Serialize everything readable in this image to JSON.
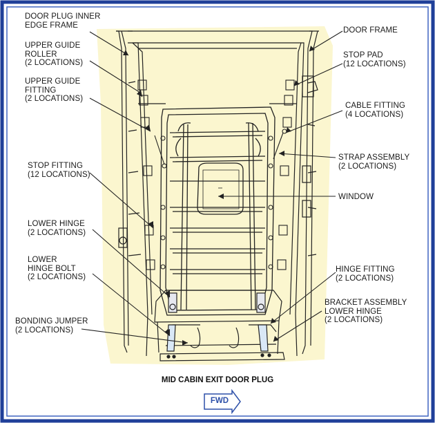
{
  "colors": {
    "border_outer": "#1f3f99",
    "border_inner": "#3f64c0",
    "illustration_fill": "#fbf6cf",
    "line": "#222222",
    "fwd_arrow": "#2c4fa8"
  },
  "labels": {
    "door_plug_inner_edge_frame": [
      "DOOR PLUG INNER",
      "EDGE FRAME"
    ],
    "upper_guide_roller": [
      "UPPER GUIDE",
      "ROLLER",
      "(2 LOCATIONS)"
    ],
    "upper_guide_fitting": [
      "UPPER GUIDE",
      "FITTING",
      "(2 LOCATIONS)"
    ],
    "stop_fitting": [
      "STOP FITTING",
      "(12 LOCATIONS)"
    ],
    "lower_hinge": [
      "LOWER HINGE",
      "(2 LOCATIONS)"
    ],
    "lower_hinge_bolt": [
      "LOWER",
      "HINGE BOLT",
      "(2 LOCATIONS)"
    ],
    "bonding_jumper": [
      "BONDING JUMPER",
      "(2 LOCATIONS)"
    ],
    "door_frame": [
      "DOOR FRAME"
    ],
    "stop_pad": [
      "STOP PAD",
      "(12 LOCATIONS)"
    ],
    "cable_fitting": [
      "CABLE FITTING",
      "(4 LOCATIONS)"
    ],
    "strap_assembly": [
      "STRAP ASSEMBLY",
      "(2 LOCATIONS)"
    ],
    "window": [
      "WINDOW"
    ],
    "hinge_fitting": [
      "HINGE FITTING",
      "(2 LOCATIONS)"
    ],
    "bracket_assembly_lower_hinge": [
      "BRACKET ASSEMBLY",
      "LOWER HINGE",
      "(2 LOCATIONS)"
    ]
  },
  "caption": "MID CABIN EXIT DOOR PLUG",
  "fwd_label": "FWD"
}
